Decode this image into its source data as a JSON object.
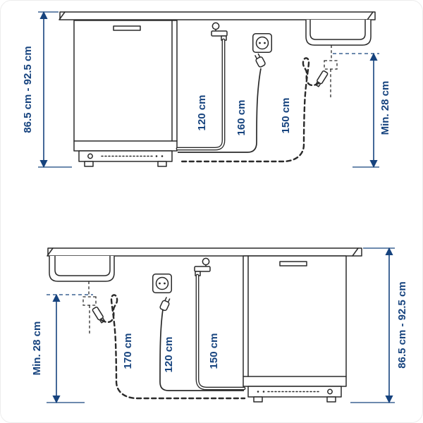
{
  "colors": {
    "accent": "#16437e",
    "line": "#2a2a2a"
  },
  "diagrams": {
    "top": {
      "left_dim_label": "86.5 cm - 92.5 cm",
      "water_hose_label": "120 cm",
      "power_cord_label": "160 cm",
      "drain_hose_label": "150 cm",
      "right_dim_label": "Min. 28 cm"
    },
    "bottom": {
      "left_dim_label": "Min. 28 cm",
      "drain_hose_label": "170 cm",
      "power_cord_label": "120 cm",
      "water_hose_label": "150 cm",
      "right_dim_label": "86.5 cm - 92.5 cm"
    }
  }
}
